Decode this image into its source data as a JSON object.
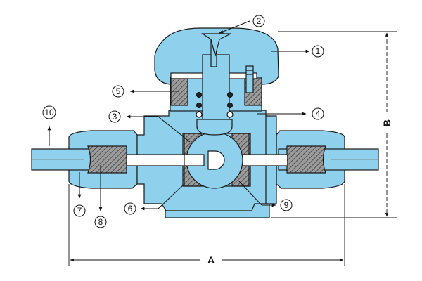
{
  "colors": {
    "body_fill": "#8fd1ec",
    "body_stroke": "#1a1a1a",
    "hatch": "#6b6b6b",
    "background": "#ffffff"
  },
  "callouts": {
    "c1": "1",
    "c2": "2",
    "c3": "3",
    "c4": "4",
    "c5": "5",
    "c6": "6",
    "c7": "7",
    "c8": "8",
    "c9": "9",
    "c10": "10"
  },
  "dimensions": {
    "length": "A",
    "height": "B"
  }
}
